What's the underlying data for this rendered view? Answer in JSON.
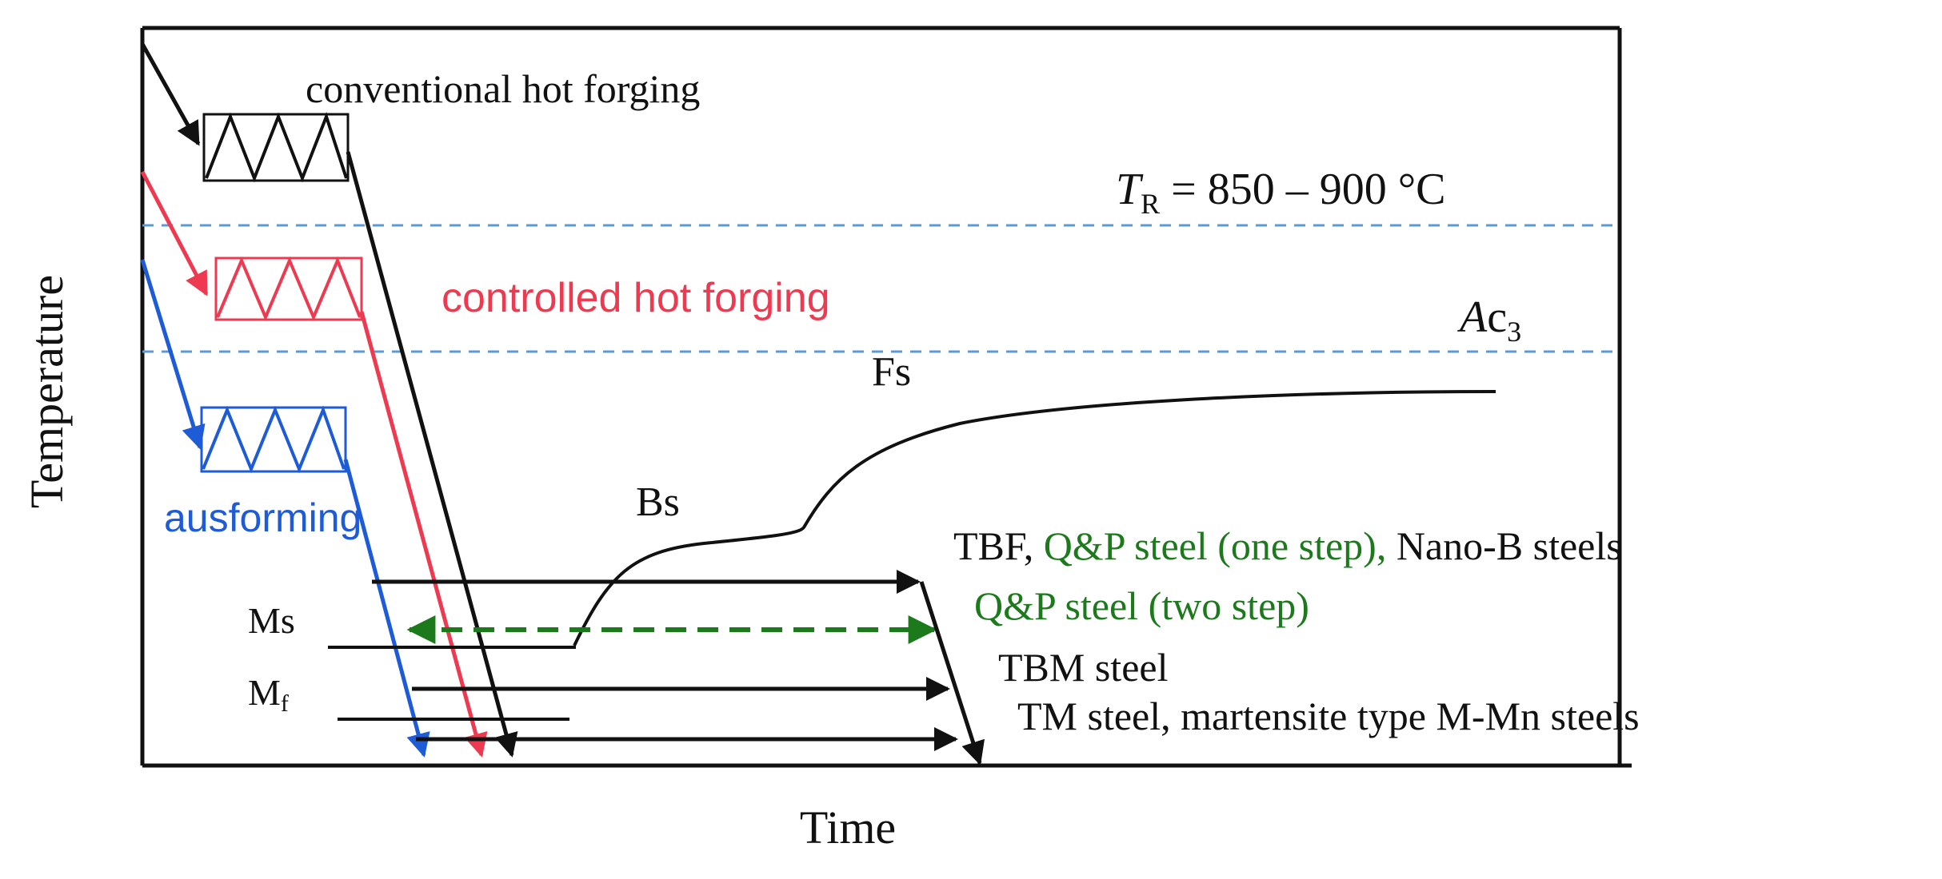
{
  "colors": {
    "black": "#111111",
    "red": "#ee3a50",
    "blue": "#1e5bd6",
    "green": "#1c7a1c",
    "dashed_line": "#5b9bd5"
  },
  "axes": {
    "y_label": "Temperature",
    "x_label": "Time"
  },
  "reference_lines": {
    "tr_label_symbol": "T",
    "tr_label_sub": "R",
    "tr_label_rest": " = 850 – 900 °C",
    "ac3_label_symbol": "A",
    "ac3_label_rest": "c",
    "ac3_label_sub": "3"
  },
  "processes": {
    "conventional": "conventional hot forging",
    "controlled": "controlled hot forging",
    "ausforming": "ausforming"
  },
  "curves": {
    "fs": "Fs",
    "bs": "Bs",
    "ms": "Ms",
    "mf_main": "M",
    "mf_sub": "f"
  },
  "products": {
    "line1_a": "TBF, ",
    "line1_b": "Q&P steel (one step), ",
    "line1_c": "Nano-B steels",
    "line2": "Q&P steel (two step)",
    "line3": "TBM steel",
    "line4": "TM steel, martensite type M-Mn steels"
  }
}
